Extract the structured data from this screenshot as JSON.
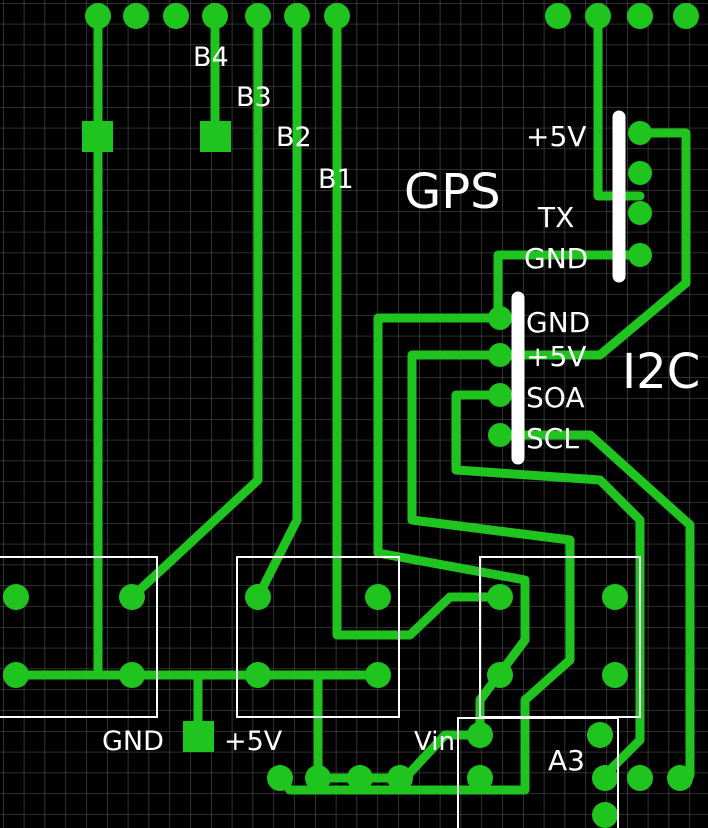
{
  "labels": {
    "b4": "B4",
    "b3": "B3",
    "b2": "B2",
    "b1": "B1",
    "gps_title": "GPS",
    "gps_plus5v": "+5V",
    "gps_tx": "TX",
    "gps_gnd": "GND",
    "i2c_title": "I2C",
    "i2c_gnd": "GND",
    "i2c_plus5v": "+5V",
    "i2c_sda": "SOA",
    "i2c_scl": "SCL",
    "bottom_gnd": "GND",
    "bottom_plus5v": "+5V",
    "vin": "Vin",
    "a3": "A3"
  },
  "colors": {
    "background": "#000000",
    "grid": "#5a5a5a",
    "trace": "#1fc41f",
    "silkscreen": "#ffffff"
  }
}
